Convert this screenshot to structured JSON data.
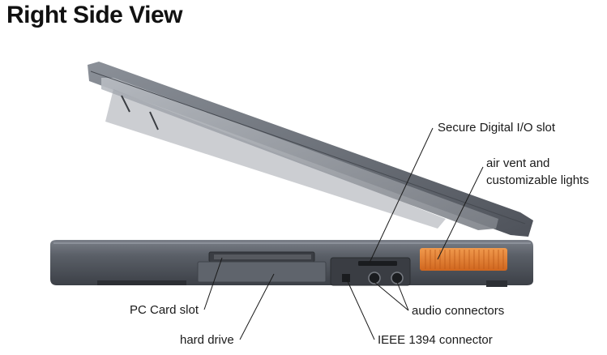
{
  "page": {
    "title": "Right Side View"
  },
  "callouts": {
    "secure_digital": "Secure Digital I/O slot",
    "air_vent_line1": "air vent and",
    "air_vent_line2": "customizable lights",
    "pc_card": "PC Card slot",
    "hard_drive": "hard drive",
    "audio": "audio connectors",
    "ieee": "IEEE 1394 connector"
  },
  "colors": {
    "chassis_dark": "#4a4e55",
    "chassis_mid": "#6b7079",
    "vent_orange": "#e0782a",
    "background": "#ffffff"
  }
}
